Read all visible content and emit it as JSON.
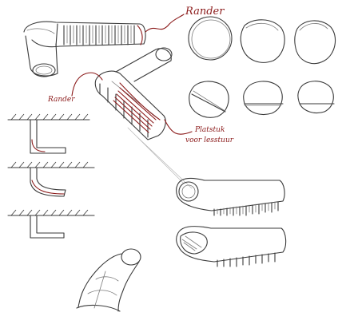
{
  "annotations": {
    "rander_top": "Rander",
    "rander_left": "Rander",
    "plat_line1": "Platstuk",
    "plat_line2": "voor lesstuur"
  },
  "colors": {
    "paper": "#ffffff",
    "pencil": "#3a3a3a",
    "accent_red": "#8b1a1a"
  }
}
